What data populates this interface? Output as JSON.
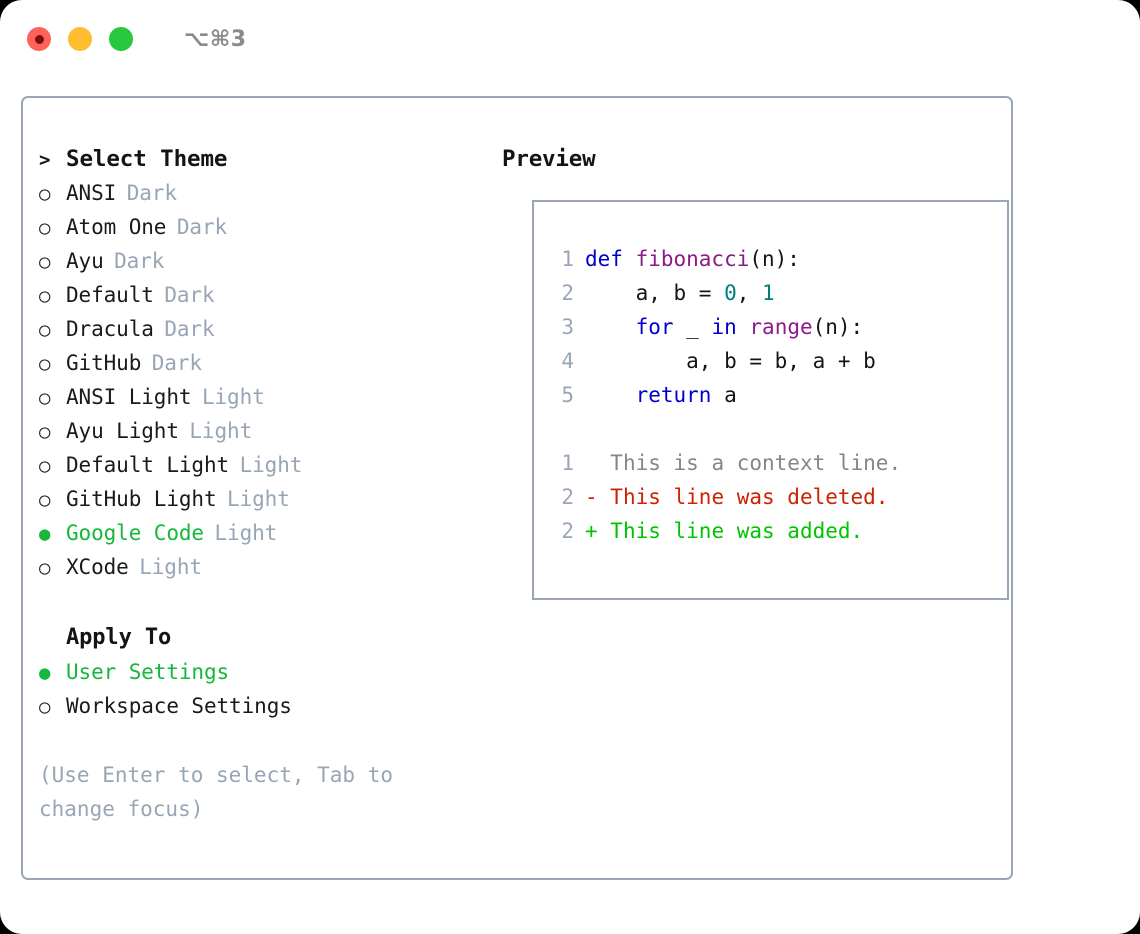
{
  "window": {
    "shortcut_label": "⌥⌘3",
    "traffic_lights": [
      {
        "name": "close",
        "color": "#ff6258"
      },
      {
        "name": "minimize",
        "color": "#fdbd2e"
      },
      {
        "name": "maximize",
        "color": "#26c83d"
      }
    ]
  },
  "theme_picker": {
    "title": "Select Theme",
    "prompt_marker": ">",
    "marker_unselected": "○",
    "marker_selected": "●",
    "accent_color": "#16b73a",
    "variant_color": "#98a5b6",
    "items": [
      {
        "name": "ANSI",
        "variant": "Dark",
        "selected": false
      },
      {
        "name": "Atom One",
        "variant": "Dark",
        "selected": false
      },
      {
        "name": "Ayu",
        "variant": "Dark",
        "selected": false
      },
      {
        "name": "Default",
        "variant": "Dark",
        "selected": false
      },
      {
        "name": "Dracula",
        "variant": "Dark",
        "selected": false
      },
      {
        "name": "GitHub",
        "variant": "Dark",
        "selected": false
      },
      {
        "name": "ANSI Light",
        "variant": "Light",
        "selected": false
      },
      {
        "name": "Ayu Light",
        "variant": "Light",
        "selected": false
      },
      {
        "name": "Default Light",
        "variant": "Light",
        "selected": false
      },
      {
        "name": "GitHub Light",
        "variant": "Light",
        "selected": false
      },
      {
        "name": "Google Code",
        "variant": "Light",
        "selected": true
      },
      {
        "name": "XCode",
        "variant": "Light",
        "selected": false
      }
    ]
  },
  "apply_to": {
    "title": "Apply To",
    "items": [
      {
        "name": "User Settings",
        "selected": true
      },
      {
        "name": "Workspace Settings",
        "selected": false
      }
    ]
  },
  "hint": "(Use Enter to select, Tab to change focus)",
  "preview": {
    "title": "Preview",
    "code_lines": [
      {
        "num": "1",
        "tokens": [
          {
            "t": "def ",
            "c": "kw"
          },
          {
            "t": "fibonacci",
            "c": "fn"
          },
          {
            "t": "(n):",
            "c": "txt"
          }
        ]
      },
      {
        "num": "2",
        "tokens": [
          {
            "t": "    a, b = ",
            "c": "txt"
          },
          {
            "t": "0",
            "c": "num"
          },
          {
            "t": ", ",
            "c": "txt"
          },
          {
            "t": "1",
            "c": "num"
          }
        ]
      },
      {
        "num": "3",
        "tokens": [
          {
            "t": "    ",
            "c": "txt"
          },
          {
            "t": "for",
            "c": "kw"
          },
          {
            "t": " _ ",
            "c": "txt"
          },
          {
            "t": "in",
            "c": "kw"
          },
          {
            "t": " ",
            "c": "txt"
          },
          {
            "t": "range",
            "c": "fn"
          },
          {
            "t": "(n):",
            "c": "txt"
          }
        ]
      },
      {
        "num": "4",
        "tokens": [
          {
            "t": "        a, b = b, a + b",
            "c": "txt"
          }
        ]
      },
      {
        "num": "5",
        "tokens": [
          {
            "t": "    ",
            "c": "txt"
          },
          {
            "t": "return",
            "c": "kw"
          },
          {
            "t": " a",
            "c": "txt"
          }
        ]
      }
    ],
    "diff_lines": [
      {
        "num": "1",
        "prefix": "  ",
        "text": "This is a context line.",
        "kind": "ctx"
      },
      {
        "num": "2",
        "prefix": "- ",
        "text": "This line was deleted.",
        "kind": "del"
      },
      {
        "num": "2",
        "prefix": "+ ",
        "text": "This line was added.",
        "kind": "add"
      }
    ]
  }
}
